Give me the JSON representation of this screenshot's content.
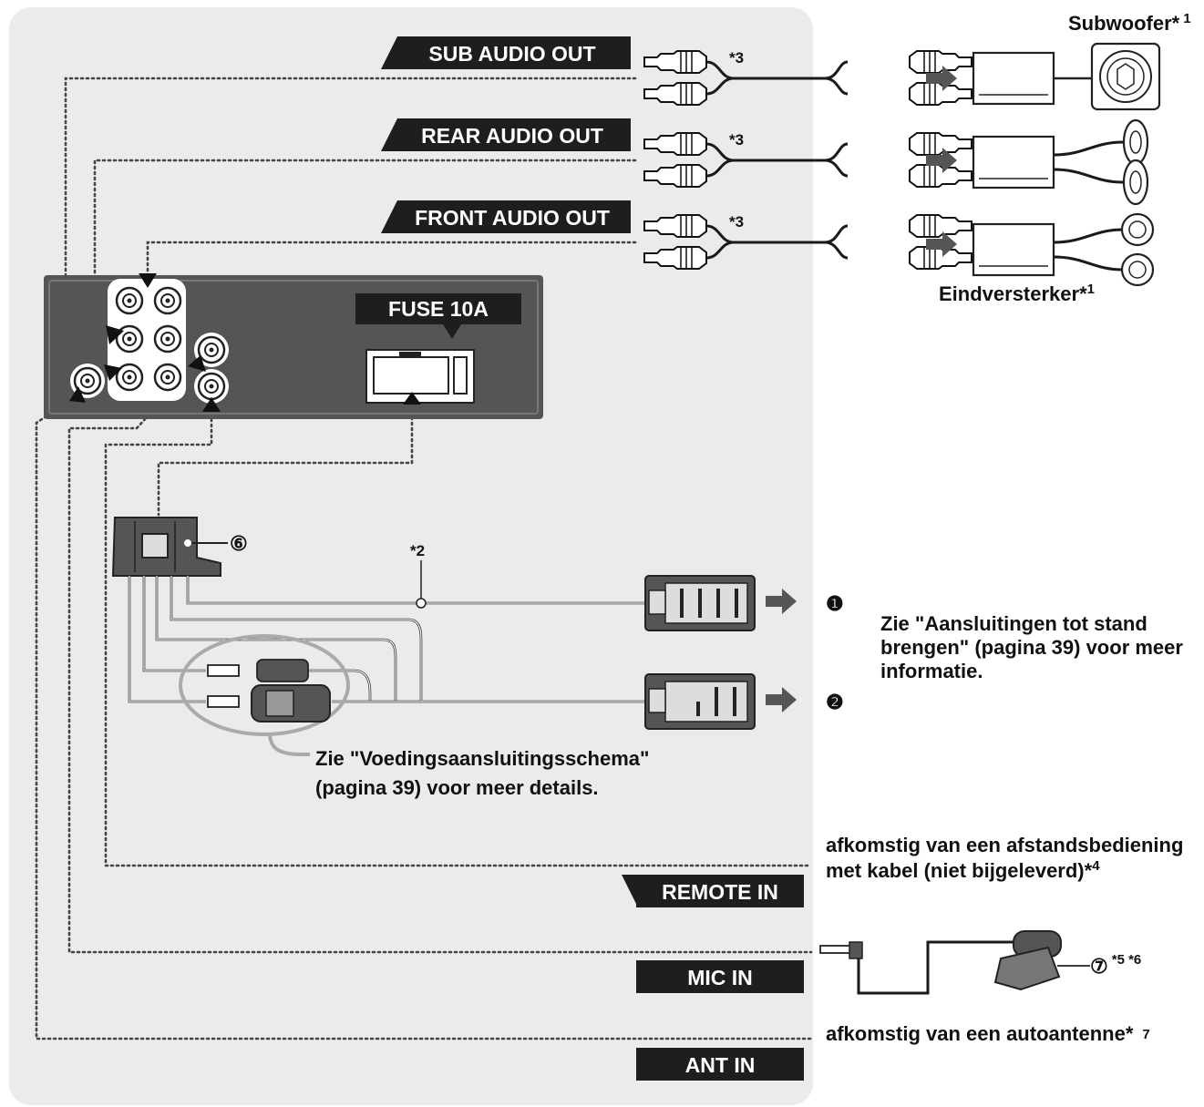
{
  "labels": {
    "sub_audio_out": "SUB AUDIO OUT",
    "rear_audio_out": "REAR AUDIO OUT",
    "front_audio_out": "FRONT AUDIO OUT",
    "fuse": "FUSE 10A",
    "remote_in": "REMOTE IN",
    "mic_in": "MIC IN",
    "ant_in": "ANT IN"
  },
  "notes": {
    "star3_sub": "*3",
    "star3_rear": "*3",
    "star3_front": "*3",
    "star2": "*2",
    "subwoofer": "Subwoofer*",
    "subwoofer_sup": "1",
    "eindversterker": "Eindversterker*",
    "eindversterker_sup": "1",
    "num6": "⑥",
    "num7": "⑦",
    "mic_sup": "*5 *6",
    "conn1": "❶",
    "conn2": "❷",
    "aansluitingen_line1": "Zie \"Aansluitingen tot stand",
    "aansluitingen_line2": "brengen\" (pagina 39) voor meer",
    "aansluitingen_line3": "informatie.",
    "voeding_line1": "Zie \"Voedingsaansluitingsschema\"",
    "voeding_line2": "(pagina 39) voor meer details.",
    "remote_line1": "afkomstig van een afstandsbediening",
    "remote_line2": "met kabel (niet bijgeleverd)*",
    "remote_sup": "4",
    "antenna": "afkomstig van een autoantenne*",
    "antenna_sup": "7"
  },
  "colors": {
    "panel": "#ebebeb",
    "dark_label": "#1e1e1e",
    "unit": "#555555",
    "arrow": "#555555"
  }
}
